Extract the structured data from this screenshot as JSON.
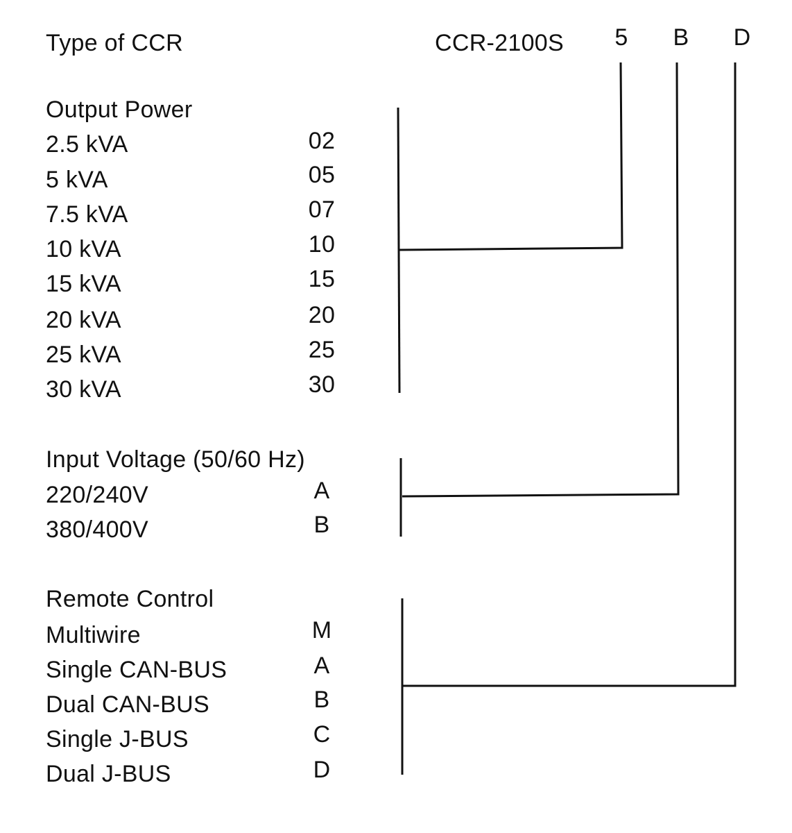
{
  "header": {
    "type_label": "Type of CCR",
    "model": "CCR-2100S",
    "code_power": "5",
    "code_voltage": "B",
    "code_remote": "D"
  },
  "output_power": {
    "heading": "Output Power",
    "options": [
      {
        "label": "2.5 kVA",
        "code": "02"
      },
      {
        "label": "5 kVA",
        "code": "05"
      },
      {
        "label": "7.5 kVA",
        "code": "07"
      },
      {
        "label": "10 kVA",
        "code": "10"
      },
      {
        "label": "15 kVA",
        "code": "15"
      },
      {
        "label": "20 kVA",
        "code": "20"
      },
      {
        "label": "25 kVA",
        "code": "25"
      },
      {
        "label": "30 kVA",
        "code": "30"
      }
    ]
  },
  "input_voltage": {
    "heading": "Input Voltage (50/60 Hz)",
    "options": [
      {
        "label": "220/240V",
        "code": "A"
      },
      {
        "label": "380/400V",
        "code": "B"
      }
    ]
  },
  "remote_control": {
    "heading": "Remote Control",
    "options": [
      {
        "label": "Multiwire",
        "code": "M"
      },
      {
        "label": "Single CAN-BUS",
        "code": "A"
      },
      {
        "label": "Dual CAN-BUS",
        "code": "B"
      },
      {
        "label": "Single J-BUS",
        "code": "C"
      },
      {
        "label": "Dual J-BUS",
        "code": "D"
      }
    ]
  }
}
